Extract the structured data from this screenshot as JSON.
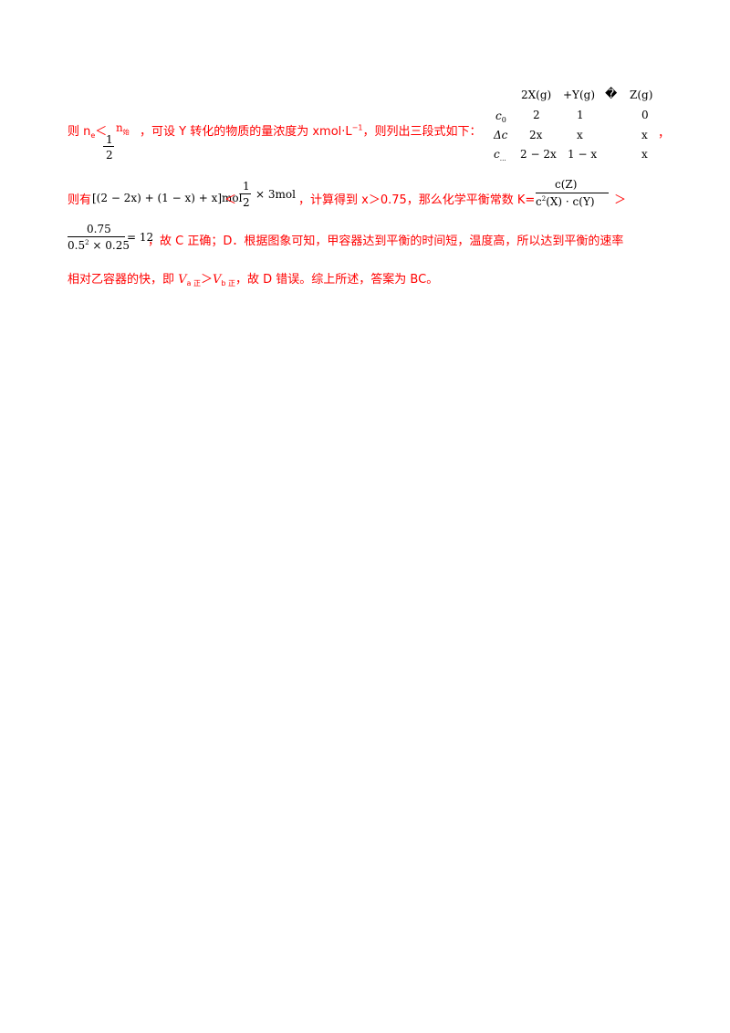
{
  "line1": {
    "prefix_ze": "则 n",
    "sub_e": "e",
    "lt": "＜",
    "n": "n",
    "sub_start": "始",
    "text_after": "，可设 Y 转化的物质的量浓度为 xmol·L",
    "exp": "−1",
    "text_end": "，则列出三段式如下：",
    "frac_num": "1",
    "frac_den": "2",
    "trailing_comma": "，"
  },
  "table": {
    "header": {
      "x": "2X(g)",
      "y": "+Y(g)",
      "arrow": "�",
      "z": "Z(g)"
    },
    "rows": [
      {
        "label": "c",
        "sub": "0",
        "x": "2",
        "y": "1",
        "z": "0"
      },
      {
        "label": "Δc",
        "sub": "",
        "x": "2x",
        "y": "x",
        "z": "x"
      },
      {
        "label": "c",
        "sub": "…",
        "x": "2 − 2x",
        "y": "1 − x",
        "z": "x"
      }
    ]
  },
  "line2": {
    "ze_you": "则有",
    "expr": "[(2 − 2x) + (1 − x) + x]mol",
    "lt": "＜",
    "frac_num": "1",
    "frac_den": "2",
    "times": "× 3mol",
    "text": "，计算得到 x＞0.75，那么化学平衡常数 K=",
    "k_num": "c(Z)",
    "k_den_c2": "c",
    "k_den_sup": "2",
    "k_den_rest": "(X) · c(Y)",
    "gt": "＞"
  },
  "line3": {
    "num": "0.75",
    "den_base": "0.5",
    "den_sup": "2",
    "den_rest": " × 0.25",
    "eq": "= 12",
    "text": "，故 C 正确；D．根据图象可知，甲容器达到平衡的时间短，温度高，所以达到平衡的速率"
  },
  "line4": {
    "text1": "相对乙容器的快，即 ",
    "va": "V",
    "va_sub": "a 正",
    "gt": "＞",
    "vb": "V",
    "vb_sub": "b 正",
    "text2": "，故 D 错误。综上所述，答案为 BC。"
  }
}
